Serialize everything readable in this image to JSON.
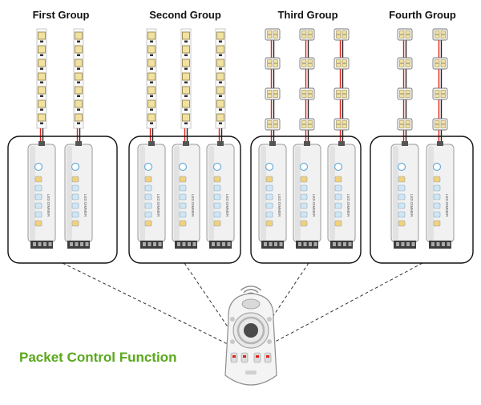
{
  "groups": [
    {
      "title": "First Group",
      "strip_type": "smd",
      "strips": 2,
      "controllers": 2
    },
    {
      "title": "Second Group",
      "strip_type": "smd",
      "strips": 3,
      "controllers": 3
    },
    {
      "title": "Third Group",
      "strip_type": "module",
      "strips": 3,
      "controllers": 3
    },
    {
      "title": "Fourth Group",
      "strip_type": "module",
      "strips": 2,
      "controllers": 2
    }
  ],
  "caption": "Packet Control Function",
  "controller_label": "LED DIMMER",
  "colors": {
    "caption": "#5aa81c",
    "box_border": "#111111",
    "wire_red": "#e0201a",
    "wire_black": "#222222",
    "dash": "#333333",
    "led_yellow": "#f2e2a0",
    "remote_body": "#f4f4f4"
  },
  "icons": {
    "remote": "remote-control-icon",
    "signal": "wireless-signal-icon"
  }
}
